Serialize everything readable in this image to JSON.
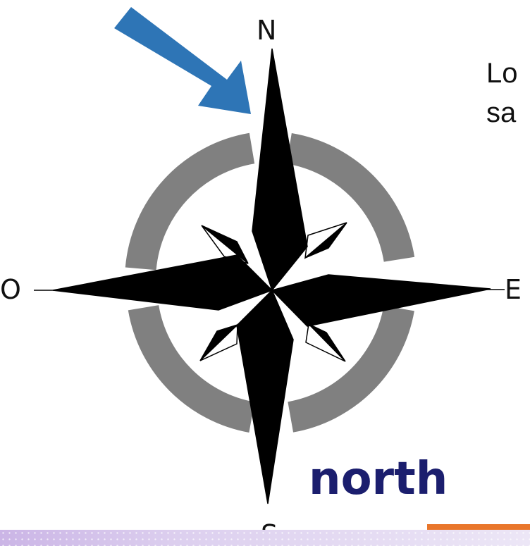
{
  "compass": {
    "north_label": "N",
    "west_label": "O",
    "east_label": "E",
    "south_label": "S"
  },
  "side_text": {
    "line1": "Lo",
    "line2": "sa"
  },
  "caption": {
    "word": "north"
  },
  "colors": {
    "arrow": "#2e75b6",
    "ring": "#808080",
    "rose": "#000000",
    "word": "#1b1e6e",
    "underline": "#e9762b",
    "band": "#d9c8ee"
  },
  "icons": [
    "pointer-arrow-icon",
    "compass-rose-icon"
  ]
}
